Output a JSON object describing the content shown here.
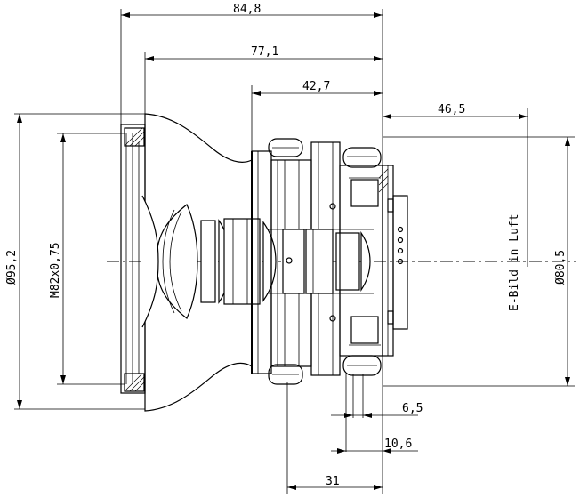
{
  "drawing": {
    "dimensions": {
      "overall_length": "84,8",
      "length_from_mount_face": "77,1",
      "length_front_section": "42,7",
      "back_focal": "46,5",
      "front_diameter": "Ø95,2",
      "filter_thread": "M82x0,75",
      "rear_diameter": "Ø80,5",
      "flange_offset_a": "6,5",
      "flange_offset_b": "10,6",
      "rear_length": "31"
    },
    "image_plane_label": "E-Bild in Luft"
  }
}
